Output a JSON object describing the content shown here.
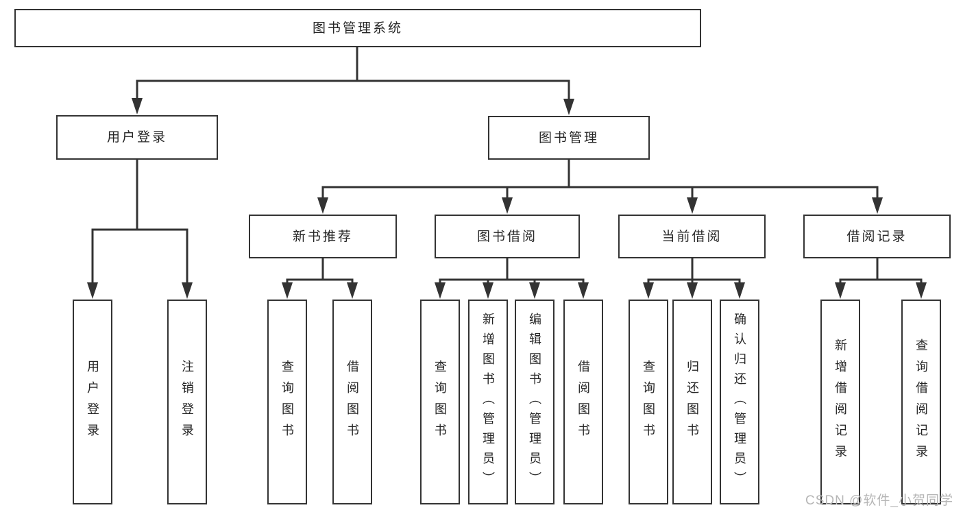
{
  "colors": {
    "line": "#333333",
    "text": "#262626",
    "watermark": "#b6b6b6",
    "background": "#ffffff"
  },
  "watermark": {
    "text": "CSDN @软件_小贺同学"
  },
  "diagram": {
    "root": {
      "label": "图书管理系统"
    },
    "level2": [
      {
        "label": "用户登录",
        "children": [
          {
            "label": "用户登录"
          },
          {
            "label": "注销登录"
          }
        ]
      },
      {
        "label": "图书管理"
      }
    ],
    "level3": [
      {
        "label": "新书推荐",
        "children": [
          {
            "label": "查询图书"
          },
          {
            "label": "借阅图书"
          }
        ]
      },
      {
        "label": "图书借阅",
        "children": [
          {
            "label": "查询图书"
          },
          {
            "label": "新增图书（管理员）"
          },
          {
            "label": "编辑图书（管理员）"
          },
          {
            "label": "借阅图书"
          }
        ]
      },
      {
        "label": "当前借阅",
        "children": [
          {
            "label": "查询图书"
          },
          {
            "label": "归还图书"
          },
          {
            "label": "确认归还（管理员）"
          }
        ]
      },
      {
        "label": "借阅记录",
        "children": [
          {
            "label": "新增借阅记录"
          },
          {
            "label": "查询借阅记录"
          }
        ]
      }
    ]
  }
}
